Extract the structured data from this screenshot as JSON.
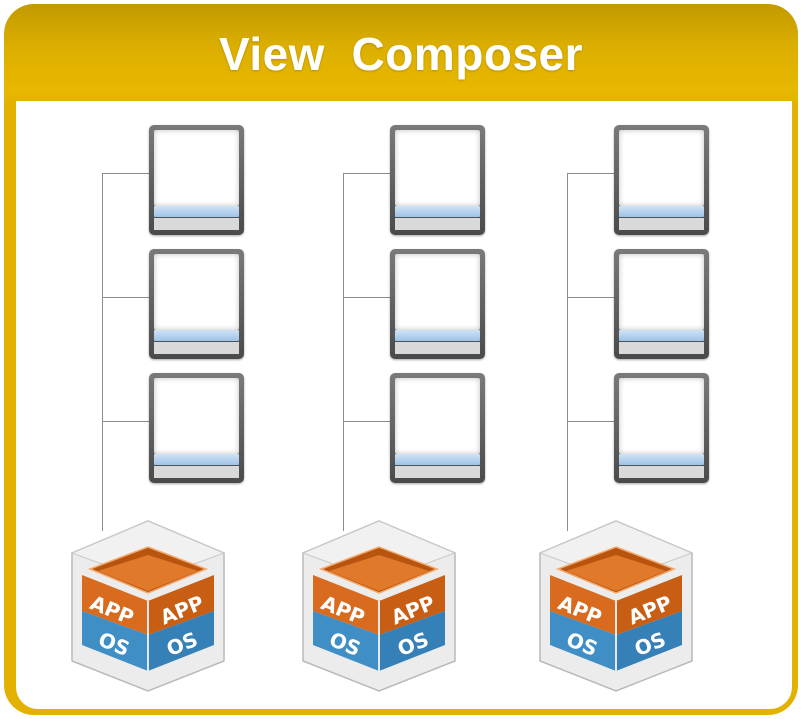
{
  "title": "View  Composer",
  "groups": [
    {
      "vms": 3,
      "pool": {
        "app_left": "APP",
        "app_right": "APP",
        "os_left": "OS",
        "os_right": "OS"
      }
    },
    {
      "vms": 3,
      "pool": {
        "app_left": "APP",
        "app_right": "APP",
        "os_left": "OS",
        "os_right": "OS"
      }
    },
    {
      "vms": 3,
      "pool": {
        "app_left": "APP",
        "app_right": "APP",
        "os_left": "OS",
        "os_right": "OS"
      }
    }
  ],
  "colors": {
    "header": "#e3b200",
    "frame_border": "#e3b200",
    "cube_orange": "#d86b1d",
    "cube_blue": "#3f8fc6",
    "vm_os_bar": "#a8c9ec"
  },
  "icons": [
    "linked-clone-vm-icon",
    "replica-cube-icon"
  ]
}
